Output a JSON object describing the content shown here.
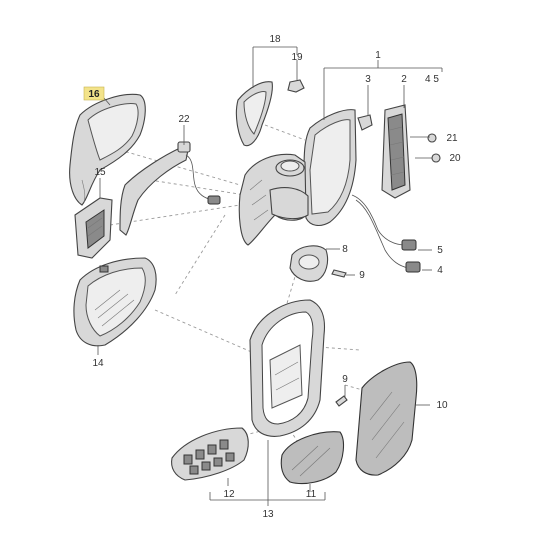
{
  "callouts": {
    "c1": "1",
    "c2": "2",
    "c3": "3",
    "c45": "4 5",
    "c4": "4",
    "c5": "5",
    "c8": "8",
    "c9a": "9",
    "c9b": "9",
    "c10": "10",
    "c11": "11",
    "c12": "12",
    "c13": "13",
    "c14": "14",
    "c15": "15",
    "c16": "16",
    "c18": "18",
    "c19": "19",
    "c20": "20",
    "c21": "21",
    "c22": "22"
  },
  "colors": {
    "highlight_box": "#f3e38a",
    "line": "#555555",
    "part_fill": "#d8d8d8"
  }
}
